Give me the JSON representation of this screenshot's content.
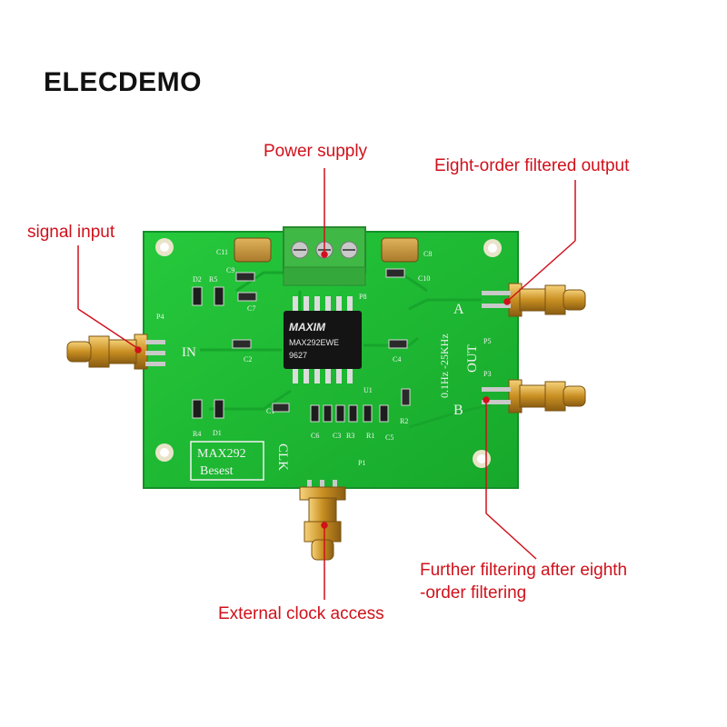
{
  "brand": "ELECDEMO",
  "callouts": {
    "power_supply": "Power supply",
    "eight_order_output": "Eight-order filtered output",
    "signal_input": "signal input",
    "further_filtering_line1": "Further filtering after eighth",
    "further_filtering_line2": "-order filtering",
    "external_clock": "External clock access"
  },
  "board": {
    "chip_brand": "MAXIM",
    "chip_part": "MAX292EWE",
    "chip_code": "9627",
    "silk_in": "IN",
    "silk_out": "OUT",
    "silk_clk": "CLK",
    "silk_a": "A",
    "silk_b": "B",
    "silk_freq": "0.1Hz -25KHz",
    "silk_box_line1": "MAX292",
    "silk_box_line2": "Besest",
    "refs": {
      "p4": "P4",
      "p5": "P5",
      "p3": "P3",
      "p1": "P1",
      "p8": "P8",
      "c11": "C11",
      "c9": "C9",
      "c7": "C7",
      "c8": "C8",
      "c10": "C10",
      "c2": "C2",
      "c4": "C4",
      "c1": "C1",
      "c6": "C6",
      "c3": "C3",
      "c5": "C5",
      "r5": "R5",
      "r4": "R4",
      "r3": "R3",
      "r1": "R1",
      "r2": "R2",
      "d2": "D2",
      "d1": "D1",
      "u1": "U1"
    }
  },
  "colors": {
    "pcb": "#1fbf35",
    "callout": "#d0111b",
    "gold": "#d9a636",
    "terminal": "#3fb845"
  }
}
